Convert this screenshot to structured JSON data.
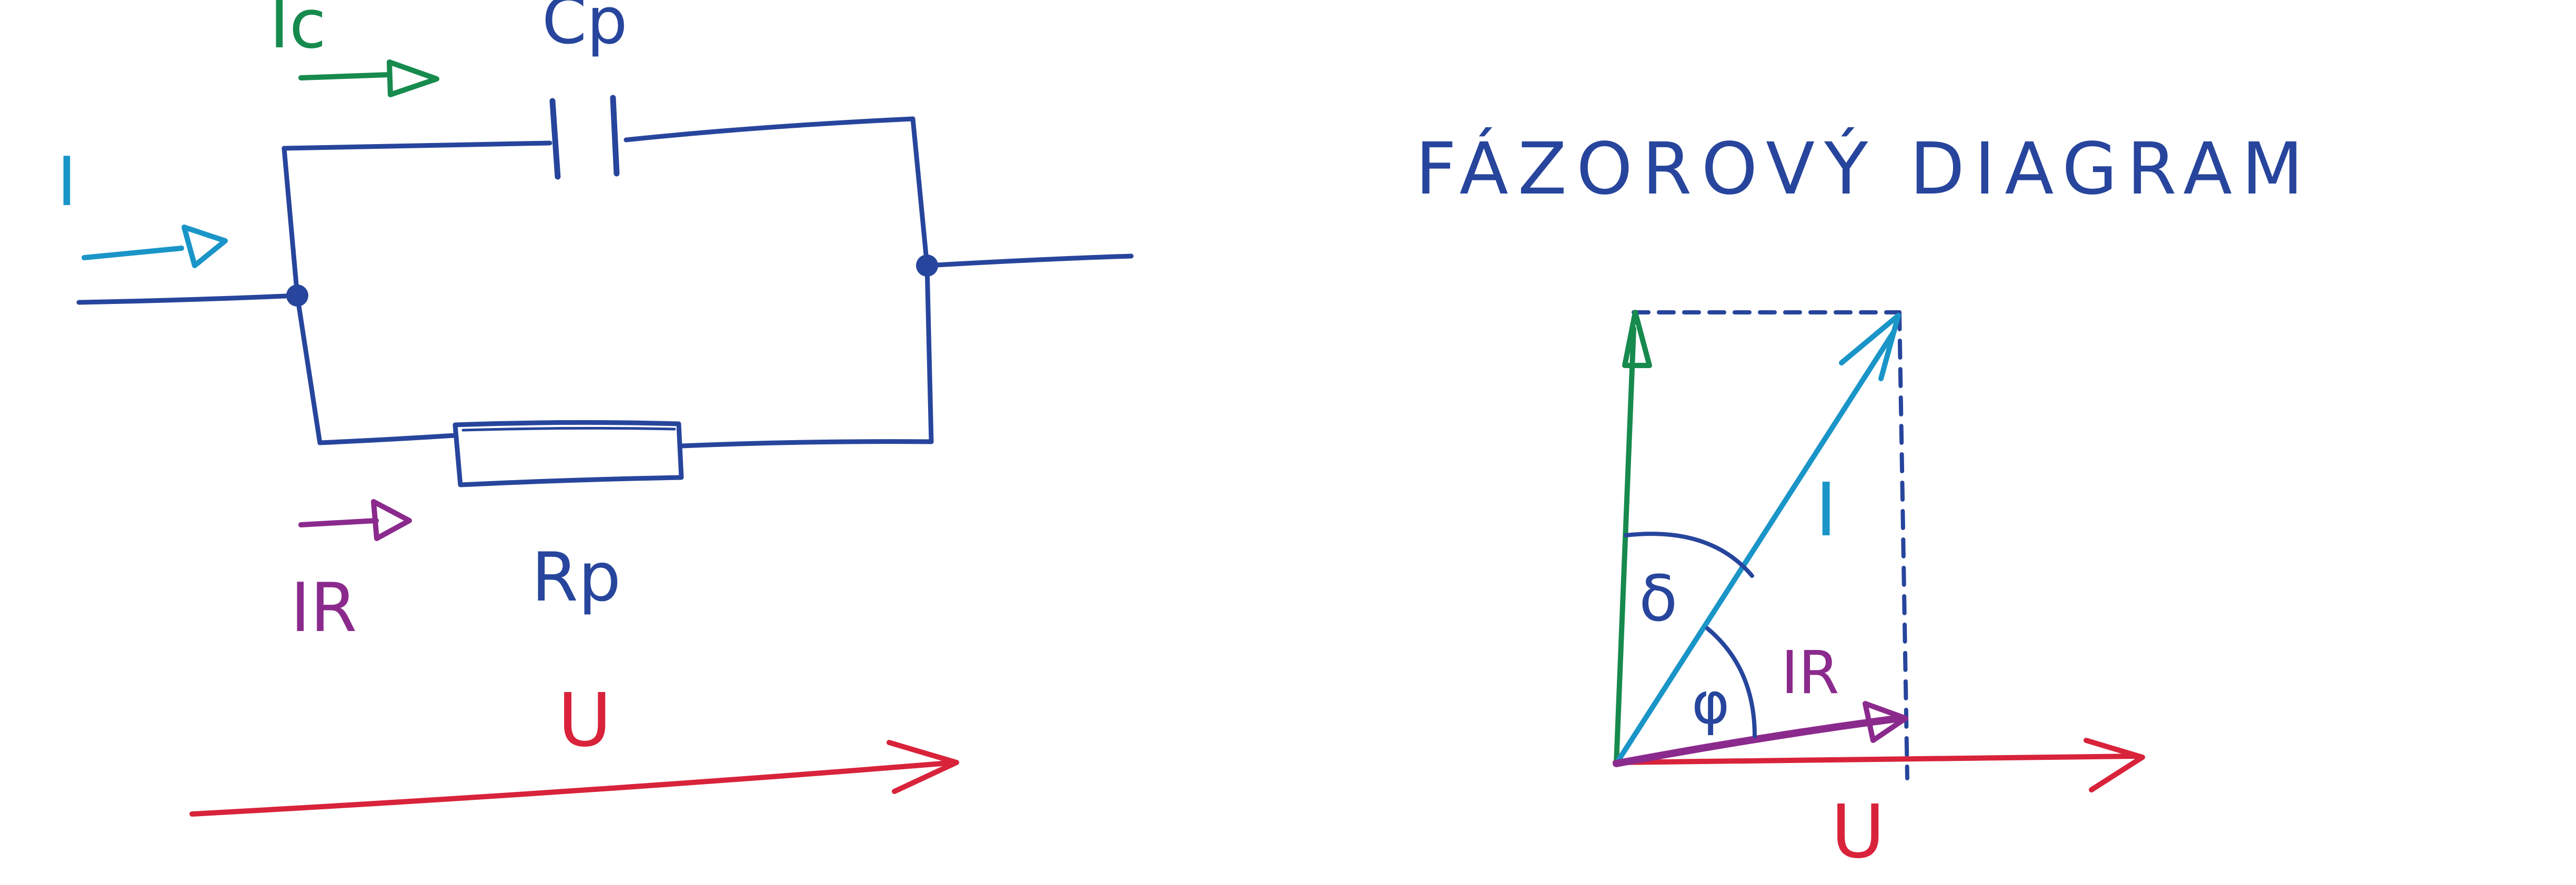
{
  "colors": {
    "circuit": "#27459c",
    "ic": "#178a4e",
    "i": "#1a95c8",
    "ir": "#8b2a8d",
    "u": "#d8233a"
  },
  "circuit": {
    "label_ic": "Ic",
    "label_cp": "Cp",
    "label_i": "I",
    "label_ir": "IR",
    "label_rp": "Rp",
    "label_u": "U"
  },
  "phasor": {
    "title": "FÁZOROVÝ DIAGRAM",
    "label_i": "I",
    "label_ir": "IR",
    "label_u": "U",
    "label_delta": "δ",
    "label_phi": "φ"
  }
}
